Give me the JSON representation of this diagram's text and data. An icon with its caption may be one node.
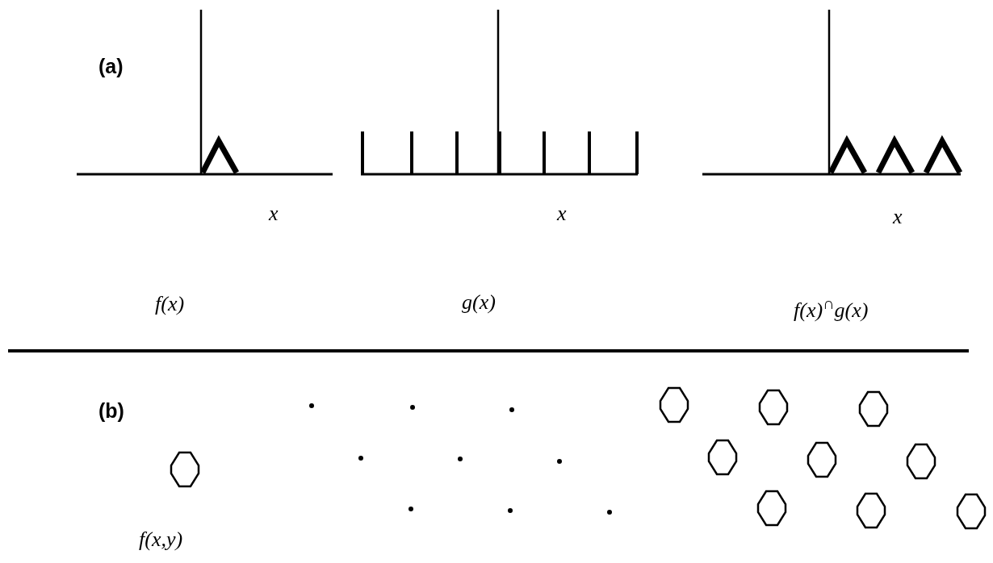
{
  "diagram": {
    "labels": [
      "(a)",
      "x",
      "x",
      "x",
      "f(x)",
      "g(x)",
      "f(x)$^{∩}$g(x)",
      "(b)",
      "f(x,y)"
    ]
  }
}
